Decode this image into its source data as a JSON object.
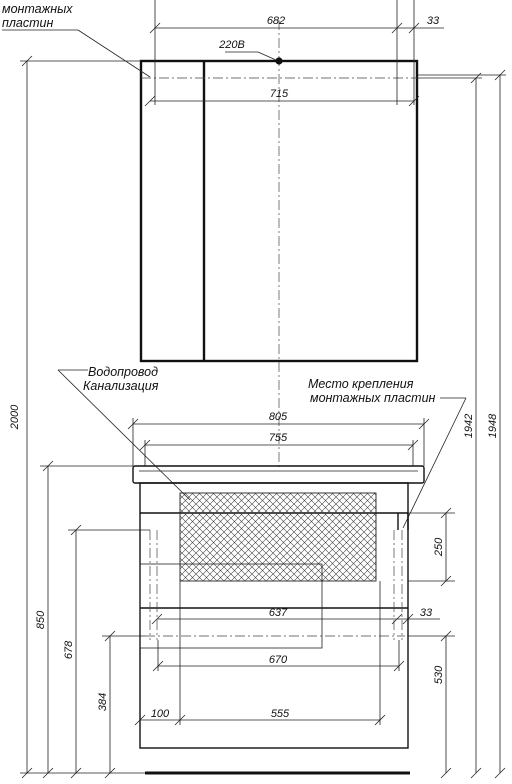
{
  "notes": {
    "mounting_plates_top_line1": "монтажных",
    "mounting_plates_top_line2": "пластин",
    "plumbing_line1": "Водопровод",
    "plumbing_line2": "Канализация",
    "mounting_place_line1": "Место крепления",
    "mounting_place_line2": "монтажных пластин",
    "socket": "220В"
  },
  "dimensions": {
    "cabinet_plate_span": "682",
    "cabinet_plate_offset": "33",
    "cabinet_width": "715",
    "vanity_top_width": "805",
    "vanity_body_width": "755",
    "vanity_plate_span": "637",
    "vanity_plate_offset": "33",
    "pipe_span": "670",
    "pipe_left_offset": "100",
    "pipe_width": "555",
    "total_height": "2000",
    "height_1942": "1942",
    "height_1948": "1948",
    "vanity_height": "850",
    "height_678": "678",
    "height_384": "384",
    "drawer_height": "250",
    "height_530": "530"
  },
  "colors": {
    "line": "#111111",
    "hatch": "#444444"
  }
}
